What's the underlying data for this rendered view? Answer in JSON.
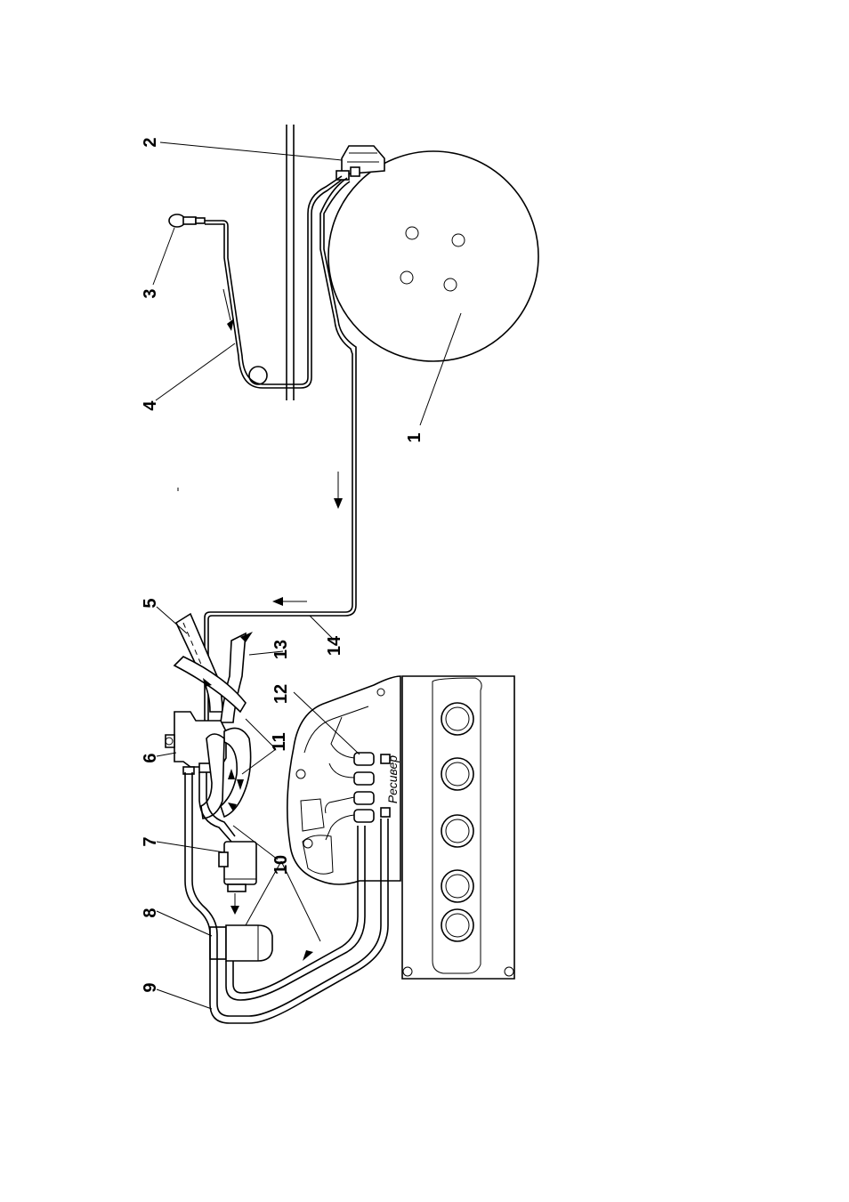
{
  "labels": {
    "l1": "1",
    "l2": "2",
    "l3": "3",
    "l4": "4",
    "l5": "5",
    "l6": "6",
    "l7": "7",
    "l8": "8",
    "l9": "9",
    "l10": "10",
    "l11": "11",
    "l12": "12",
    "l13": "13",
    "l14": "14",
    "receiver": "Ресивер"
  }
}
